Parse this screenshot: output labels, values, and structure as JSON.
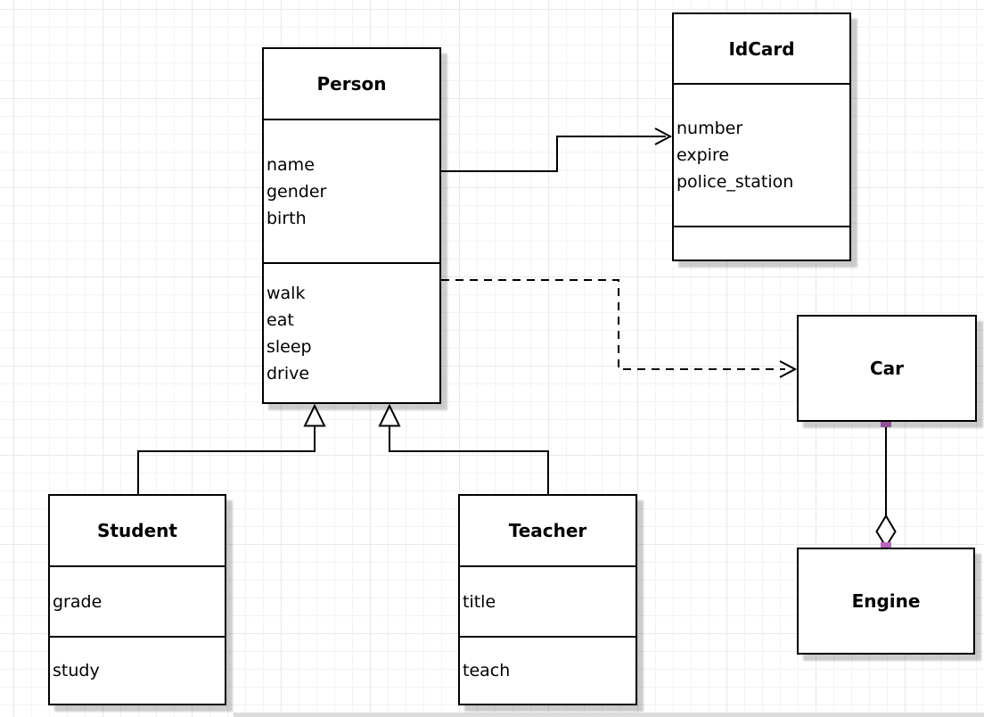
{
  "diagram": {
    "type": "uml-class-diagram",
    "classes": {
      "person": {
        "name": "Person",
        "attributes": [
          "name",
          "gender",
          "birth"
        ],
        "methods": [
          "walk",
          "eat",
          "sleep",
          "drive"
        ]
      },
      "idcard": {
        "name": "IdCard",
        "attributes": [
          "number",
          "expire",
          "police_station"
        ],
        "methods": []
      },
      "car": {
        "name": "Car",
        "attributes": [],
        "methods": []
      },
      "engine": {
        "name": "Engine",
        "attributes": [],
        "methods": []
      },
      "student": {
        "name": "Student",
        "attributes": [
          "grade"
        ],
        "methods": [
          "study"
        ]
      },
      "teacher": {
        "name": "Teacher",
        "attributes": [
          "title"
        ],
        "methods": [
          "teach"
        ]
      }
    },
    "relationships": [
      {
        "from": "Person",
        "to": "IdCard",
        "type": "association",
        "line": "solid",
        "arrow": "open-arrow"
      },
      {
        "from": "Person",
        "to": "Car",
        "type": "dependency",
        "line": "dashed",
        "arrow": "open-arrow"
      },
      {
        "from": "Student",
        "to": "Person",
        "type": "generalization",
        "line": "solid",
        "arrow": "hollow-triangle"
      },
      {
        "from": "Teacher",
        "to": "Person",
        "type": "generalization",
        "line": "solid",
        "arrow": "hollow-triangle"
      },
      {
        "from": "Car",
        "to": "Engine",
        "type": "aggregation",
        "line": "solid",
        "arrow": "hollow-diamond"
      }
    ],
    "colors": {
      "stroke": "#000000",
      "box_fill": "#ffffff",
      "endpoint": "#b767bb",
      "grid": "#f3f3f3",
      "shadow": "rgba(0,0,0,0.20)"
    }
  }
}
